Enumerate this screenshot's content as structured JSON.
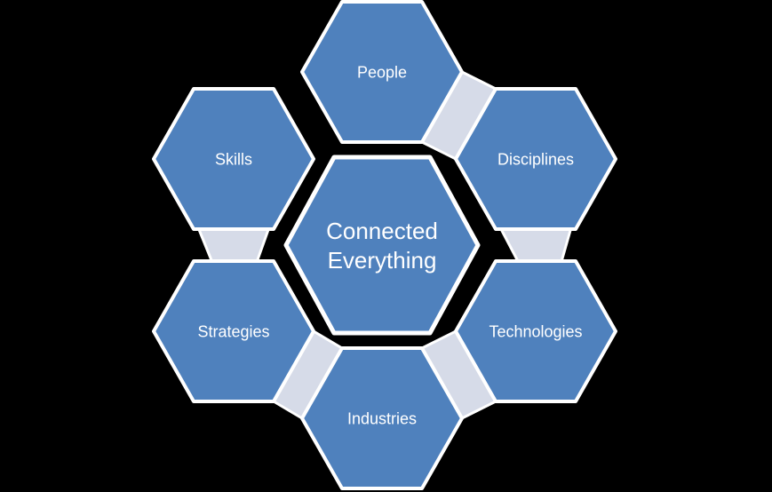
{
  "diagram": {
    "type": "hexagon-cluster",
    "center": {
      "label": "Connected Everything",
      "line1": "Connected",
      "line2": "Everything"
    },
    "nodes": [
      {
        "id": "people",
        "label": "People",
        "position": "top"
      },
      {
        "id": "disciplines",
        "label": "Disciplines",
        "position": "top-right"
      },
      {
        "id": "technologies",
        "label": "Technologies",
        "position": "bottom-right"
      },
      {
        "id": "industries",
        "label": "Industries",
        "position": "bottom"
      },
      {
        "id": "strategies",
        "label": "Strategies",
        "position": "bottom-left"
      },
      {
        "id": "skills",
        "label": "Skills",
        "position": "top-left"
      }
    ],
    "connections": [
      "people-disciplines",
      "disciplines-technologies",
      "technologies-industries",
      "industries-strategies",
      "strategies-skills"
    ]
  },
  "colors": {
    "background": "#000000",
    "hexagon_fill": "#4F81BD",
    "hexagon_stroke": "#FFFFFF",
    "connector_fill": "#D6DBE8",
    "connector_stroke": "#FFFFFF",
    "text": "#FFFFFF"
  }
}
